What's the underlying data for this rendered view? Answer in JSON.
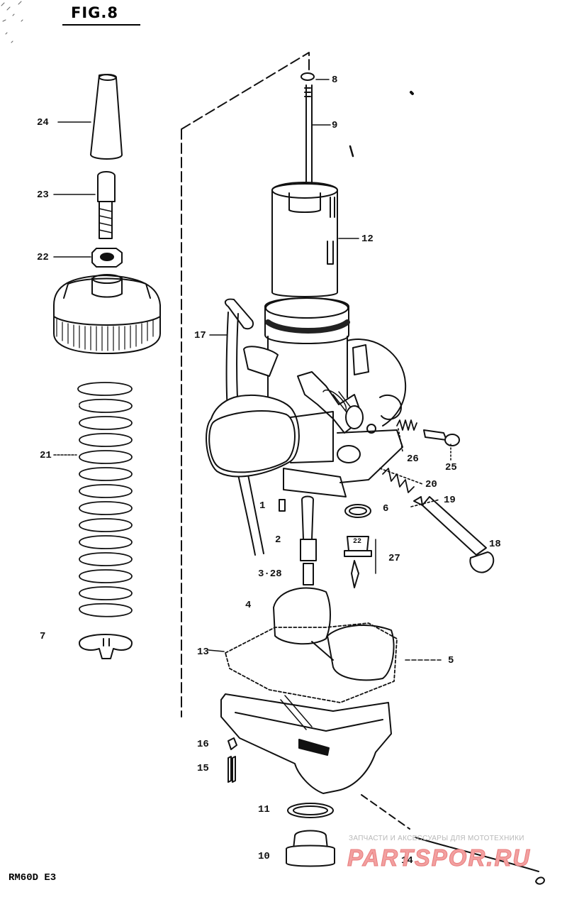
{
  "figure": {
    "title": "FIG.8",
    "model": "RM60D E3"
  },
  "watermark": {
    "tagline": "ЗАПЧАСТИ И АКСЕССУАРЫ ДЛЯ МОТОТЕХНИКИ",
    "brand": "PARTSPOR.RU"
  },
  "callouts": {
    "c1": "1",
    "c2": "2",
    "c3": "3·28",
    "c4": "4",
    "c5": "5",
    "c6": "6",
    "c7": "7",
    "c8": "8",
    "c9": "9",
    "c10": "10",
    "c11": "11",
    "c12": "12",
    "c13": "13",
    "c14": "14",
    "c15": "15",
    "c16": "16",
    "c17": "17",
    "c18": "18",
    "c19": "19",
    "c20": "20",
    "c21": "21",
    "c22": "22",
    "c23": "23",
    "c24": "24",
    "c25": "25",
    "c26": "26",
    "c27": "27",
    "jet_marking": "22"
  }
}
